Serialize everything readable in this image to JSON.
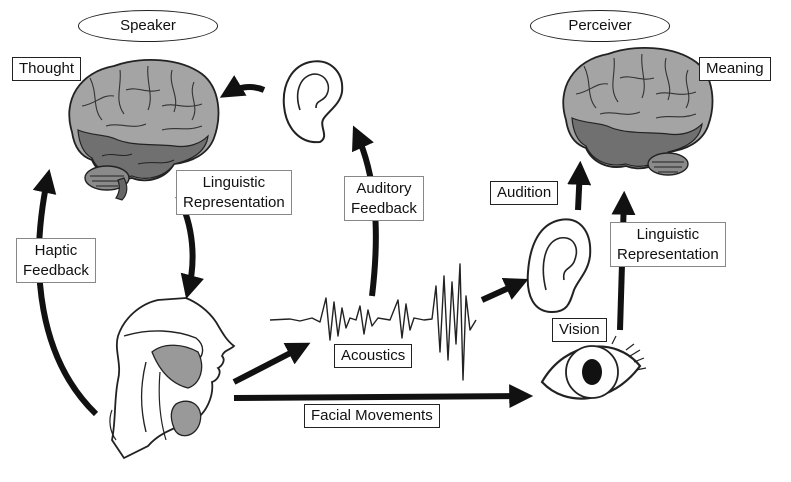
{
  "roles": {
    "speaker": "Speaker",
    "perceiver": "Perceiver"
  },
  "labels": {
    "thought": "Thought",
    "meaning": "Meaning",
    "linguistic_representation_speaker": [
      "Linguistic",
      "Representation"
    ],
    "auditory_feedback": [
      "Auditory",
      "Feedback"
    ],
    "haptic_feedback": [
      "Haptic",
      "Feedback"
    ],
    "acoustics": "Acoustics",
    "audition": "Audition",
    "vision": "Vision",
    "linguistic_representation_perceiver": [
      "Linguistic",
      "Representation"
    ],
    "facial_movements": "Facial Movements"
  },
  "icons": [
    "brain-icon",
    "ear-icon",
    "vocal-tract-icon",
    "sound-waveform-icon",
    "eye-icon"
  ],
  "colors": {
    "ink": "#111111",
    "brain_light": "#9a9a9a",
    "brain_dark": "#6b6b6b",
    "tract_gray": "#999999"
  }
}
